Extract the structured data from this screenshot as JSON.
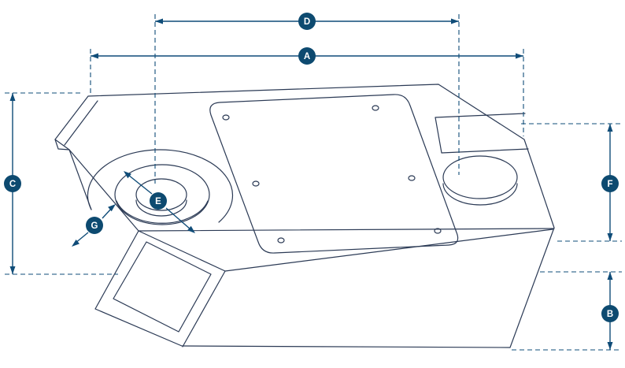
{
  "drawing": {
    "description": "Isometric technical dimension drawing of a machined housing with two circular bores, a mounting plate with screw holes, and a rectangular chute",
    "labels": {
      "a": "A",
      "b": "B",
      "c": "C",
      "d": "D",
      "e": "E",
      "f": "F",
      "g": "G"
    }
  },
  "colors": {
    "background": "#ffffff",
    "dimension_line": "#0f4c78",
    "label_circle_fill": "#0d4a70",
    "label_text": "#ffffff",
    "part_line": "#2b3a55"
  }
}
